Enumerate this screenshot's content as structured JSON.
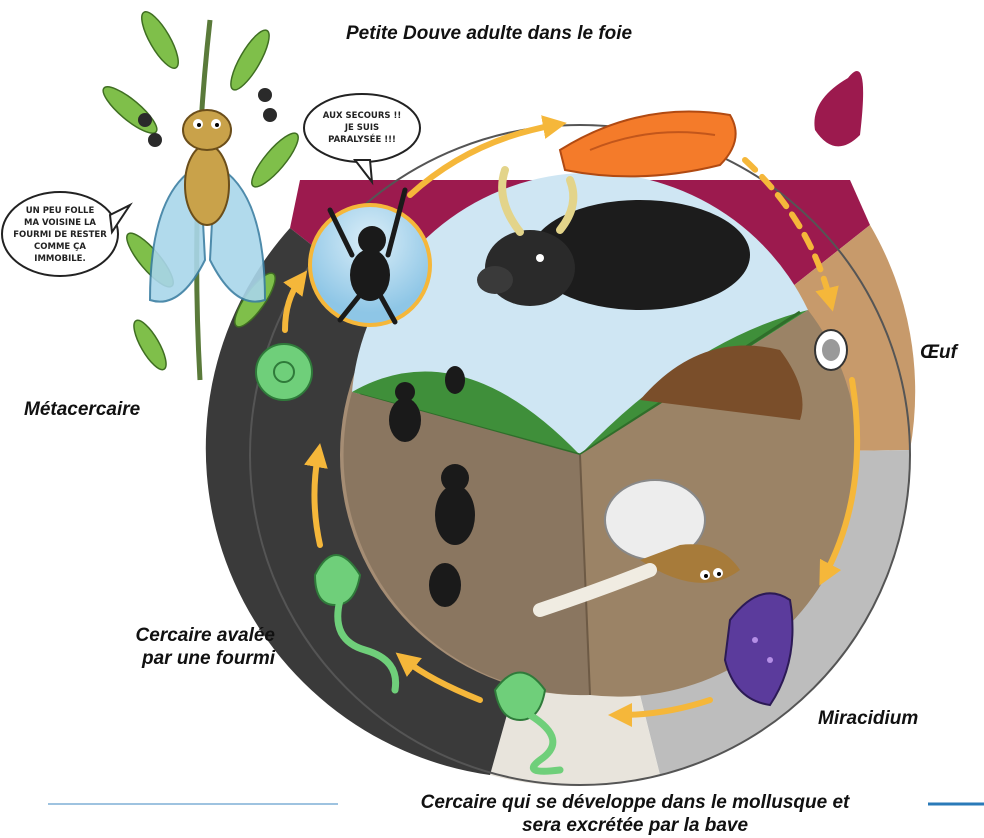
{
  "labels": {
    "adult": "Petite Douve adulte dans le foie",
    "egg": "Œuf",
    "miracidium": "Miracidium",
    "cercaria_mollusc_line1": "Cercaire qui se développe dans le mollusque et",
    "cercaria_mollusc_line2": "sera excrétée par la bave",
    "cercaria_ant_line1": "Cercaire avalée",
    "cercaria_ant_line2": "par une fourmi",
    "metacercaria": "Métacercaire"
  },
  "bubbles": {
    "ant": [
      "AUX SECOURS !!",
      "JE SUIS",
      "PARALYSÉE !!!"
    ],
    "cicada": [
      "UN PEU FOLLE",
      "MA VOISINE LA",
      "FOURMI DE RESTER",
      "COMME ÇA",
      "IMMOBILE."
    ]
  },
  "colors": {
    "adult_segment": "#9c1a4e",
    "egg_segment": "#c79a6b",
    "miracidium_segment": "#bdbdbd",
    "cercaria_segment": "#e8e4dc",
    "dark_segment": "#3a3a3a",
    "arrow": "#f5b73a",
    "rule": "#2a7ab8"
  }
}
